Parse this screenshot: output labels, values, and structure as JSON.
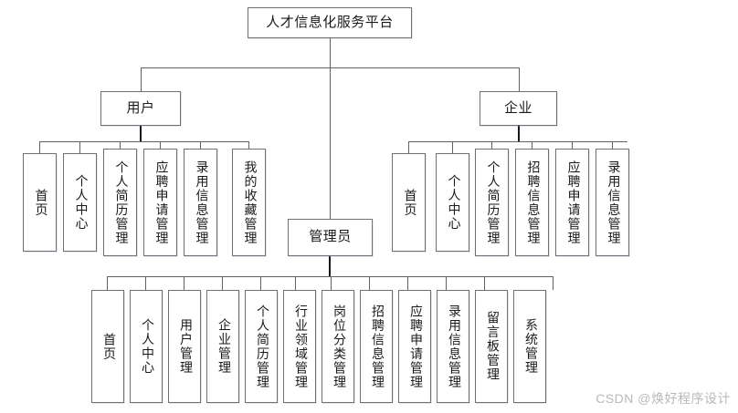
{
  "diagram": {
    "title": "人才信息化服务平台",
    "type": "功能结构图",
    "root": {
      "label": "人才信息化服务平台"
    },
    "branches": [
      {
        "key": "user",
        "label": "用户",
        "children": [
          {
            "label": "首页"
          },
          {
            "label": "个人中心"
          },
          {
            "label": "个人简历管理"
          },
          {
            "label": "应聘申请管理"
          },
          {
            "label": "录用信息管理"
          },
          {
            "label": "我的收藏管理"
          }
        ]
      },
      {
        "key": "enterprise",
        "label": "企业",
        "children": [
          {
            "label": "首页"
          },
          {
            "label": "个人中心"
          },
          {
            "label": "个人简历管理"
          },
          {
            "label": "招聘信息管理"
          },
          {
            "label": "应聘申请管理"
          },
          {
            "label": "录用信息管理"
          }
        ]
      },
      {
        "key": "admin",
        "label": "管理员",
        "children": [
          {
            "label": "首页"
          },
          {
            "label": "个人中心"
          },
          {
            "label": "用户管理"
          },
          {
            "label": "企业管理"
          },
          {
            "label": "个人简历管理"
          },
          {
            "label": "行业领域管理"
          },
          {
            "label": "岗位分类管理"
          },
          {
            "label": "招聘信息管理"
          },
          {
            "label": "应聘申请管理"
          },
          {
            "label": "录用信息管理"
          },
          {
            "label": "留言板管理"
          },
          {
            "label": "系统管理"
          }
        ]
      }
    ]
  },
  "watermark": {
    "text": "CSDN @焕好程序设计"
  },
  "colors": {
    "box_border": "#6e7076",
    "line": "#5f6166",
    "line_accent": "#16181c",
    "background": "#ffffff",
    "watermark": "#b9b9b9"
  }
}
